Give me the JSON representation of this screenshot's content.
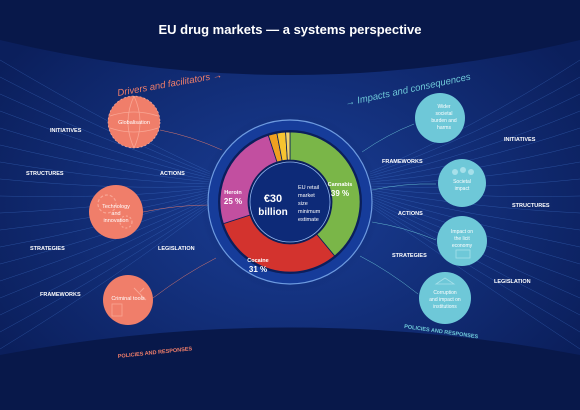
{
  "title": "EU drug markets — a systems perspective",
  "drivers_heading": "Drivers and facilitators →",
  "impacts_heading": "→ Impacts and consequences",
  "policies_left": "POLICIES AND RESPONSES",
  "policies_right": "POLICIES AND RESPONSES",
  "left_labels": [
    "INITIATIVES",
    "STRUCTURES",
    "STRATEGIES",
    "FRAMEWORKS"
  ],
  "left_inner_labels": [
    "ACTIONS",
    "LEGISLATION"
  ],
  "right_labels": [
    "INITIATIVES",
    "STRUCTURES",
    "LEGISLATION"
  ],
  "right_inner_labels": [
    "FRAMEWORKS",
    "ACTIONS",
    "STRATEGIES"
  ],
  "drivers": [
    {
      "label": "Globalisation"
    },
    {
      "label": "Technology and innovation"
    },
    {
      "label": "Criminal tools"
    }
  ],
  "impacts": [
    {
      "label": "Wider societal burden and harms"
    },
    {
      "label": "Societal impact"
    },
    {
      "label": "Impact on the licit economy"
    },
    {
      "label": "Corruption and impact on institutions"
    }
  ],
  "center": {
    "total": "€30",
    "unit": "billion",
    "note": [
      "EU retail",
      "market",
      "size",
      "minimum",
      "estimate"
    ]
  },
  "chart_data": {
    "type": "pie",
    "title": "",
    "segments": [
      {
        "name": "Cannabis",
        "value": 39,
        "label": "39 %",
        "color": "#7ab648"
      },
      {
        "name": "Cocaine",
        "value": 31,
        "label": "31 %",
        "color": "#d3332e"
      },
      {
        "name": "Heroin",
        "value": 25,
        "label": "25 %",
        "color": "#c24fa0"
      },
      {
        "name": "",
        "value": 2,
        "label": "",
        "color": "#f0a020"
      },
      {
        "name": "",
        "value": 2,
        "label": "",
        "color": "#f7c330"
      },
      {
        "name": "",
        "value": 1,
        "label": "",
        "color": "#f4d36a"
      }
    ]
  },
  "colors": {
    "background": "#0b1f5c",
    "driver_bubble": "#f07e6a",
    "impact_bubble": "#6ec8d8",
    "label_text": "#ffffff",
    "accent_line": "#f07e6a",
    "accent_line_right": "#6ec8d8"
  }
}
